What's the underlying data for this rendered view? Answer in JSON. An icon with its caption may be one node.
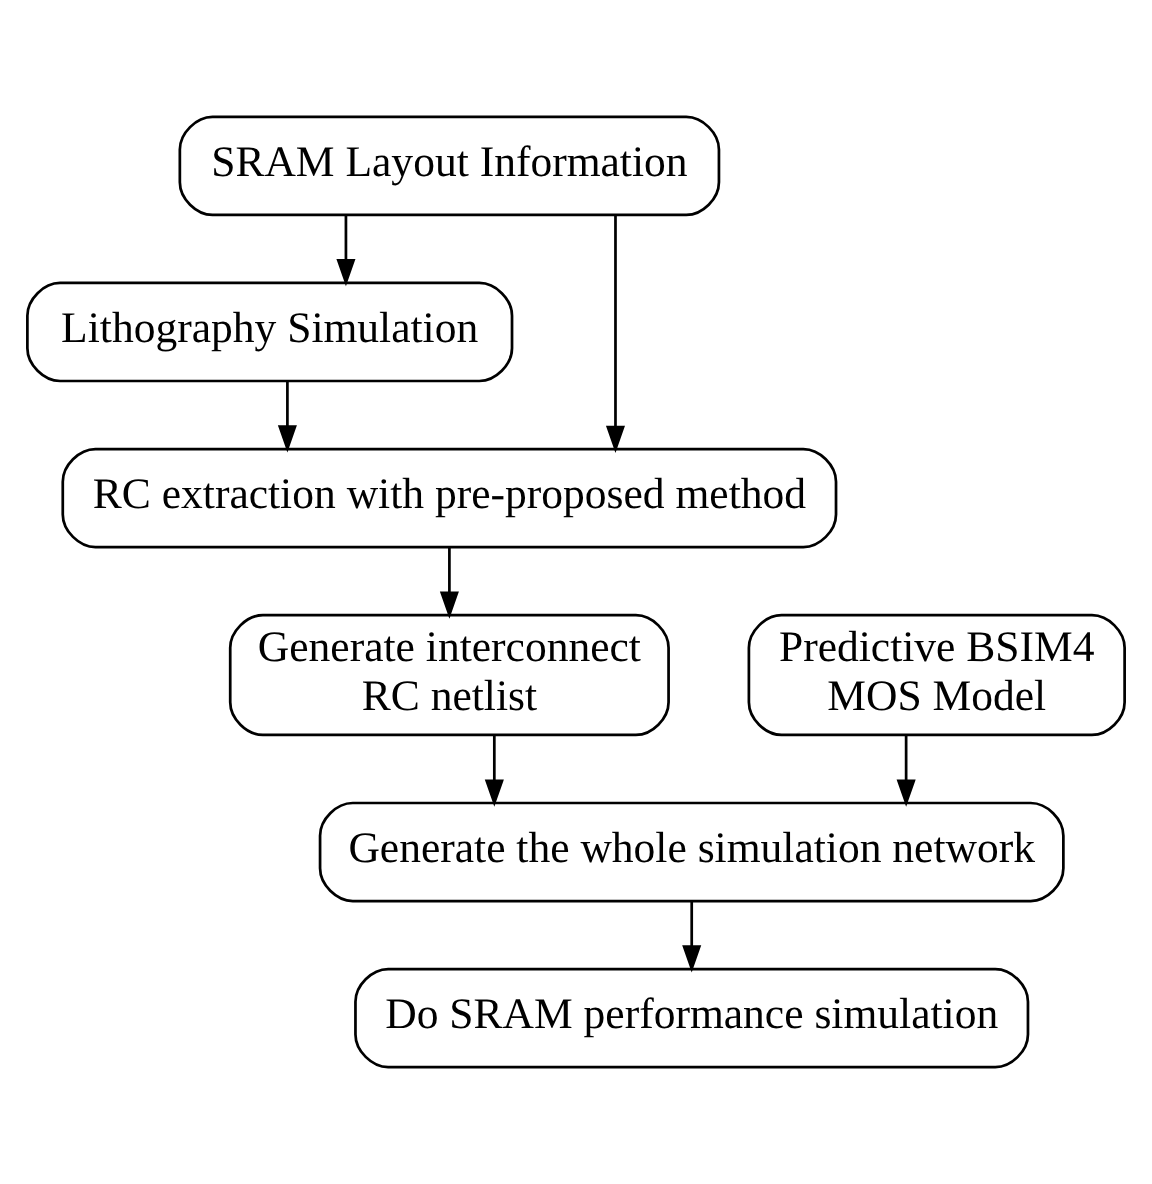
{
  "diagram": {
    "nodes": [
      {
        "text": [
          "SRAM Layout Information"
        ]
      },
      {
        "text": [
          "Lithography Simulation"
        ]
      },
      {
        "text": [
          "RC extraction with pre-proposed method"
        ]
      },
      {
        "text": [
          "Generate interconnect RC netlist"
        ]
      },
      {
        "text": [
          "Predictive BSIM4 MOS Model"
        ]
      },
      {
        "text": [
          "Generate the whole simulation network"
        ]
      },
      {
        "text": [
          "Do SRAM performance simulation"
        ]
      }
    ],
    "edges": [
      {
        "from": 0,
        "to": 1,
        "arrow": "to"
      },
      {
        "from": 0,
        "to": 2,
        "arrow": "to"
      },
      {
        "from": 1,
        "to": 2,
        "arrow": "to"
      },
      {
        "from": 2,
        "to": 3,
        "arrow": "to"
      },
      {
        "from": 3,
        "to": 5,
        "arrow": "to"
      },
      {
        "from": 4,
        "to": 5,
        "arrow": "to"
      },
      {
        "from": 5,
        "to": 6,
        "arrow": "to"
      }
    ]
  }
}
